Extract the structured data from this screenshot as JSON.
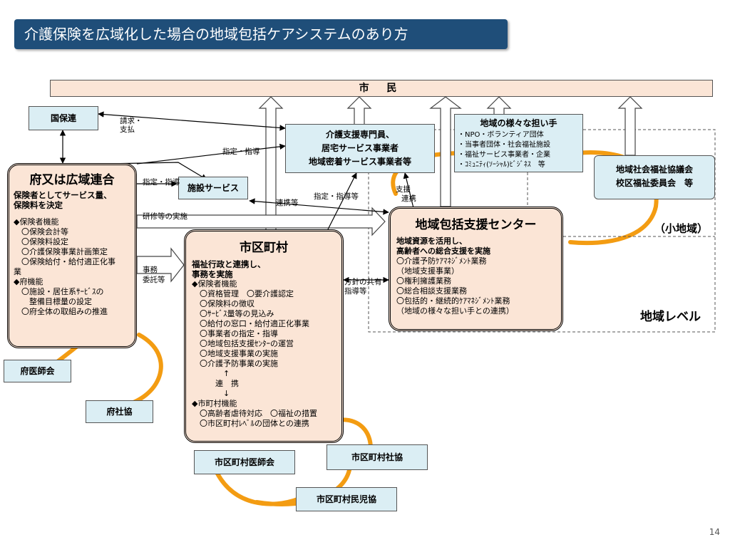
{
  "title": "介護保険を広域化した場合の地域包括ケアシステムのあり方",
  "citizens": "市 民",
  "kokuhoren": "国保連",
  "claim_label": {
    "line1": "請求・",
    "line2": "支払"
  },
  "care_providers": {
    "line1": "介護支援専門員、",
    "line2": "居宅サービス事業者",
    "line3": "地域密着サービス事業者等"
  },
  "community_actors": {
    "title": "地域の様々な担い手",
    "items": [
      "・NPO・ボランティア団体",
      "・当事者団体・社会福祉施設",
      "・福祉サービス事業者・企業",
      "・ｺﾐｭﾆﾃｨ(ｿｰｼｬﾙ)ﾋﾞｼﾞﾈｽ　等"
    ]
  },
  "welfare_council": {
    "line1": "地域社会福祉協議会",
    "line2": "校区福祉委員会　等"
  },
  "prefecture": {
    "head": "府又は広域連合",
    "lines": [
      "保険者としてサービス量、",
      "保険料を決定",
      "",
      "◆保険者機能",
      "　〇保険会計等",
      "　〇保険料設定",
      "　〇介護保険事業計画策定",
      "　〇保険給付・給付適正化事",
      "業",
      "◆府機能",
      "　〇施設・居住系ｻｰﾋﾞｽの",
      "　　整備目標量の設定",
      "　〇府全体の取組みの推進"
    ]
  },
  "facility_services": "施設サービス",
  "municipality": {
    "head": "市区町村",
    "lines": [
      "福祉行政と連携し、",
      "事務を実施",
      "◆保険者機能",
      "　〇資格管理　〇要介護認定",
      "　〇保険料の徴収",
      "　〇ｻｰﾋﾞｽ量等の見込み",
      "　〇給付の窓口・給付適正化事業",
      "　〇事業者の指定・指導",
      "　〇地域包括支援ｾﾝﾀｰの運営",
      "　〇地域支援事業の実施",
      "　〇介護予防事業の実施",
      "　　　　↑",
      "　　　連　携",
      "　　　　↓",
      "◆市町村機能",
      "　〇高齢者虐待対応　〇福祉の措置",
      "　〇市区町村ﾚﾍﾞﾙの団体との連携"
    ]
  },
  "center": {
    "head": "地域包括支援センター",
    "lines": [
      "地域資源を活用し、",
      "高齢者への総合支援を実施",
      "〇介護予防ｹｱﾏﾈｼﾞﾒﾝﾄ業務",
      "（地域支援事業）",
      "〇権利擁護業務",
      "〇総合相談支援業務",
      "〇包括的・継続的ｹｱﾏﾈｼﾞﾒﾝﾄ業務",
      "（地域の様々な担い手との連携）"
    ]
  },
  "labels": {
    "shitei_shidou_top": "指定・指導",
    "shitei_shidou_mid": "指定・指導",
    "shitei_shidou_tou": "指定・指導等",
    "renkei": "連携等",
    "shien": "支援",
    "renkei_short": "連携",
    "kenshu": "研修等の実施",
    "jimu_line1": "事務",
    "jimu_line2": "委託等",
    "houshin_line1": "方針の共有",
    "houshin_line2": "指導等",
    "small_area": "（小地域）",
    "regional_level": "地域レベル"
  },
  "pref_doctors": "府医師会",
  "pref_social": "府社協",
  "muni_doctors": "市区町村医師会",
  "muni_social": "市区町村社協",
  "muni_welfare": "市区町村民児協",
  "page_number": "14",
  "colors": {
    "banner": "#1f4e79",
    "peach": "#fbe5d6",
    "blue": "#dbeef4",
    "orange": "#f39c12"
  }
}
